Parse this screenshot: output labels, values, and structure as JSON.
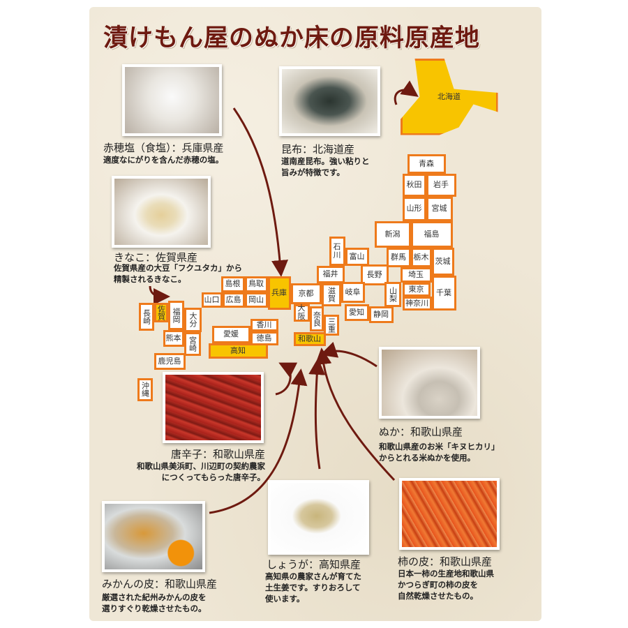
{
  "title": "漬けもん屋のぬか床の原料原産地",
  "colors": {
    "title": "#6e1a10",
    "border": "#ee7a1b",
    "highlight": "#f8c400",
    "arrow": "#6e1a10"
  },
  "ingredients": {
    "salt": {
      "title": "赤穂塩（食塩）：兵庫県産",
      "desc": [
        "適度なにがりを含んだ赤穂の塩。"
      ]
    },
    "kelp": {
      "title": "昆布：北海道産",
      "desc": [
        "道南産昆布。強い粘りと",
        "旨みが特徴です。"
      ]
    },
    "kinako": {
      "title": "きなこ：佐賀県産",
      "desc": [
        "佐賀県産の大豆「フクユタカ」から",
        "精製されるきなこ。"
      ]
    },
    "chili": {
      "title": "唐辛子：和歌山県産",
      "desc": [
        "和歌山県美浜町、川辺町の契約農家",
        "につくってもらった唐辛子。"
      ]
    },
    "nuka": {
      "title": "ぬか：和歌山県産",
      "desc": [
        "和歌山県産のお米「キヌヒカリ」",
        "からとれる米ぬかを使用。"
      ]
    },
    "mikan": {
      "title": "みかんの皮：和歌山県産",
      "desc": [
        "厳選された紀州みかんの皮を",
        "選りすぐり乾燥させたもの。"
      ]
    },
    "ginger": {
      "title": "しょうが：高知県産",
      "desc": [
        "高知県の農家さんが育てた",
        "土生姜です。すりおろして",
        "使います。"
      ]
    },
    "kaki": {
      "title": "柿の皮：和歌山県産",
      "desc": [
        "日本一柿の生産地和歌山県",
        "かつらぎ町の柿の皮を",
        "自然乾燥させたもの。"
      ]
    }
  },
  "prefectures": {
    "hokkaido": "北海道",
    "aomori": "青森",
    "akita": "秋田",
    "iwate": "岩手",
    "yamagata": "山形",
    "miyagi": "宮城",
    "niigata": "新潟",
    "fukushima": "福島",
    "ishikawa": "石川",
    "toyama": "富山",
    "gunma": "群馬",
    "tochigi": "栃木",
    "ibaraki": "茨城",
    "fukui": "福井",
    "nagano": "長野",
    "saitama": "埼玉",
    "shimane": "島根",
    "tottori": "鳥取",
    "hyogo": "兵庫",
    "kyoto": "京都",
    "shiga": "滋賀",
    "gifu": "岐阜",
    "yamanashi": "山梨",
    "tokyo": "東京",
    "chiba": "千葉",
    "yamaguchi": "山口",
    "hiroshima": "広島",
    "okayama": "岡山",
    "kanagawa": "神奈川",
    "osaka": "大阪",
    "nara": "奈良",
    "aichi": "愛知",
    "shizuoka": "静岡",
    "mie": "三重",
    "nagasaki": "長崎",
    "saga": "佐賀",
    "fukuoka": "福岡",
    "oita": "大分",
    "kagawa": "香川",
    "ehime": "愛媛",
    "tokushima": "徳島",
    "wakayama": "和歌山",
    "kumamoto": "熊本",
    "miyazaki": "宮崎",
    "kochi": "高知",
    "kagoshima": "鹿児島",
    "okinawa": "沖縄"
  }
}
